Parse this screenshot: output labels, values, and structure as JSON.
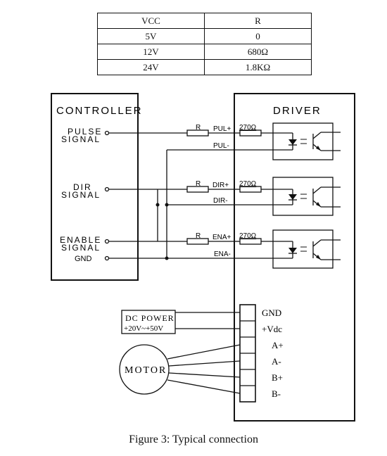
{
  "table": {
    "header": [
      "VCC",
      "R"
    ],
    "rows": [
      [
        "5V",
        "0"
      ],
      [
        "12V",
        "680Ω"
      ],
      [
        "24V",
        "1.8KΩ"
      ]
    ]
  },
  "controller": {
    "title": "CONTROLLER",
    "pulse_line1": "PULSE",
    "pulse_line2": "SIGNAL",
    "dir_line1": "DIR",
    "dir_line2": "SIGNAL",
    "enable_line1": "ENABLE",
    "enable_line2": "SIGNAL",
    "gnd": "GND"
  },
  "driver": {
    "title": "DRIVER",
    "resistor_label": "R",
    "internal_resistor": "270Ω",
    "pins": [
      "PUL+",
      "PUL-",
      "DIR+",
      "DIR-",
      "ENA+",
      "ENA-"
    ],
    "terminals": [
      "GND",
      "+Vdc",
      "A+",
      "A-",
      "B+",
      "B-"
    ]
  },
  "power": {
    "line1": "DC POWER",
    "line2": "+20V~+50V"
  },
  "motor": {
    "label": "MOTOR"
  },
  "caption": "Figure 3: Typical connection"
}
